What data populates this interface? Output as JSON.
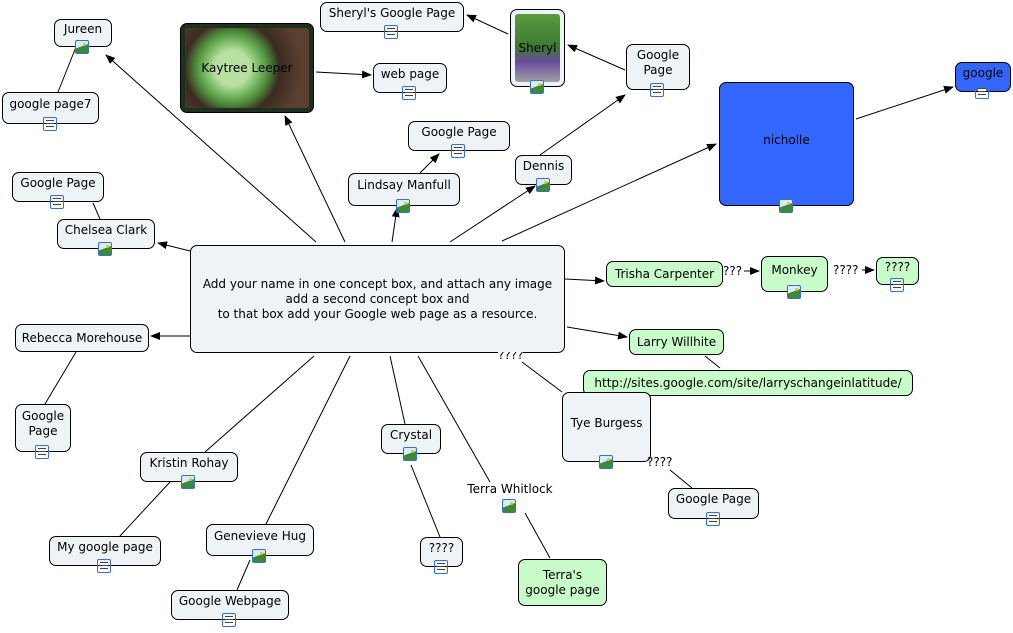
{
  "center": {
    "text": [
      "Add your name in one concept box, and attach any image",
      "add a second concept box and",
      "to that box add your Google web page as a resource."
    ]
  },
  "nodes": {
    "jureen": "Jureen",
    "google_page7": "google page7",
    "kaytree": "Kaytree Leeper",
    "sheryl_page": "Sheryl's Google Page",
    "web_page": "web page",
    "sheryl": "Sheryl",
    "google_page_tr": "Google Page",
    "google": "google",
    "nicholle": "nicholle",
    "google_page_mid": "Google Page",
    "lindsay": "Lindsay Manfull",
    "dennis": "Dennis",
    "google_page_left": "Google Page",
    "chelsea": "Chelsea Clark",
    "trisha": "Trisha Carpenter",
    "monkey": "Monkey",
    "q_right": "????",
    "larry": "Larry Willhite",
    "larry_url": "http://sites.google.com/site/larryschangeinlatitude/",
    "rebecca": "Rebecca Morehouse",
    "google_page_rebecca": "Google Page",
    "tye": "Tye Burgess",
    "google_page_tye": "Google Page",
    "crystal": "Crystal",
    "q_crystal": "????",
    "terra": "Terra Whitlock",
    "terra_page": "Terra's google page",
    "kristin": "Kristin Rohay",
    "my_google_page": "My google page",
    "genevieve": "Genevieve Hug",
    "google_webpage": "Google Webpage"
  },
  "link_labels": {
    "trisha_monkey": "???",
    "monkey_q": "????",
    "center_tye": "????",
    "tye_page": "????"
  },
  "colors": {
    "node": "#eef3f6",
    "green": "#c8fcc8",
    "blue": "#3366ff"
  }
}
